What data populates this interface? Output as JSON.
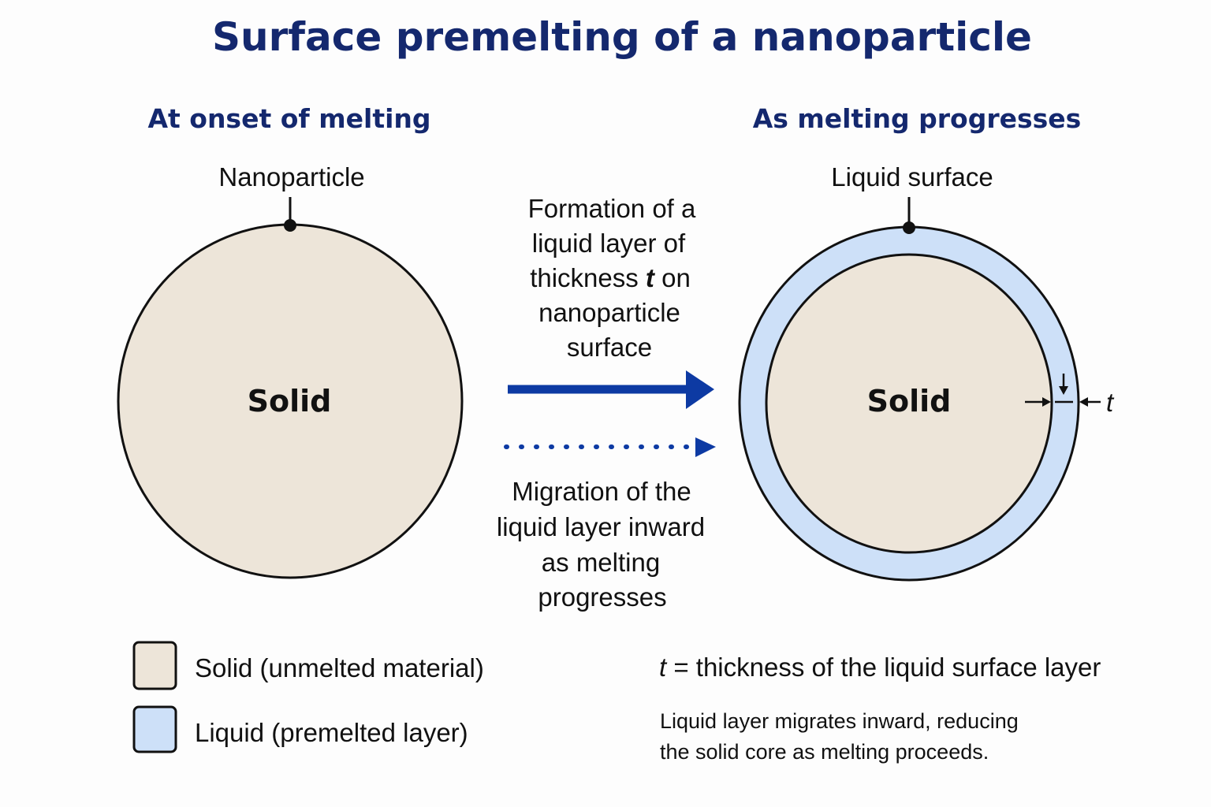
{
  "title": "Surface premelting of a nanoparticle",
  "left_panel": {
    "heading": "At onset of melting",
    "pointer_label": "Nanoparticle",
    "core_label": "Solid"
  },
  "right_panel": {
    "heading": "As melting progresses",
    "pointer_label": "Liquid surface",
    "core_label": "Solid",
    "thickness_symbol": "t"
  },
  "process_arrow": {
    "caption_lines": [
      "Formation of a",
      "liquid layer of",
      "thickness ",
      " on",
      "nanoparticle",
      "surface"
    ],
    "caption_symbol": "t"
  },
  "migration_arrow": {
    "caption_lines": [
      "Migration of the",
      "liquid layer inward",
      "as melting",
      "progresses"
    ]
  },
  "legend": {
    "solid_label": "Solid (unmelted material)",
    "liquid_label": "Liquid (premelted layer)"
  },
  "notes": {
    "thickness_symbol": "t",
    "thickness_definition": " = thickness of the liquid surface layer",
    "migration_line1": "Liquid layer migrates inward, reducing",
    "migration_line2": "the solid core as melting proceeds."
  },
  "colors": {
    "solid_fill": "#ede5d9",
    "liquid_fill": "#cde0f8",
    "arrow": "#0d3aa3",
    "title": "#14286e",
    "outline": "#111111"
  }
}
